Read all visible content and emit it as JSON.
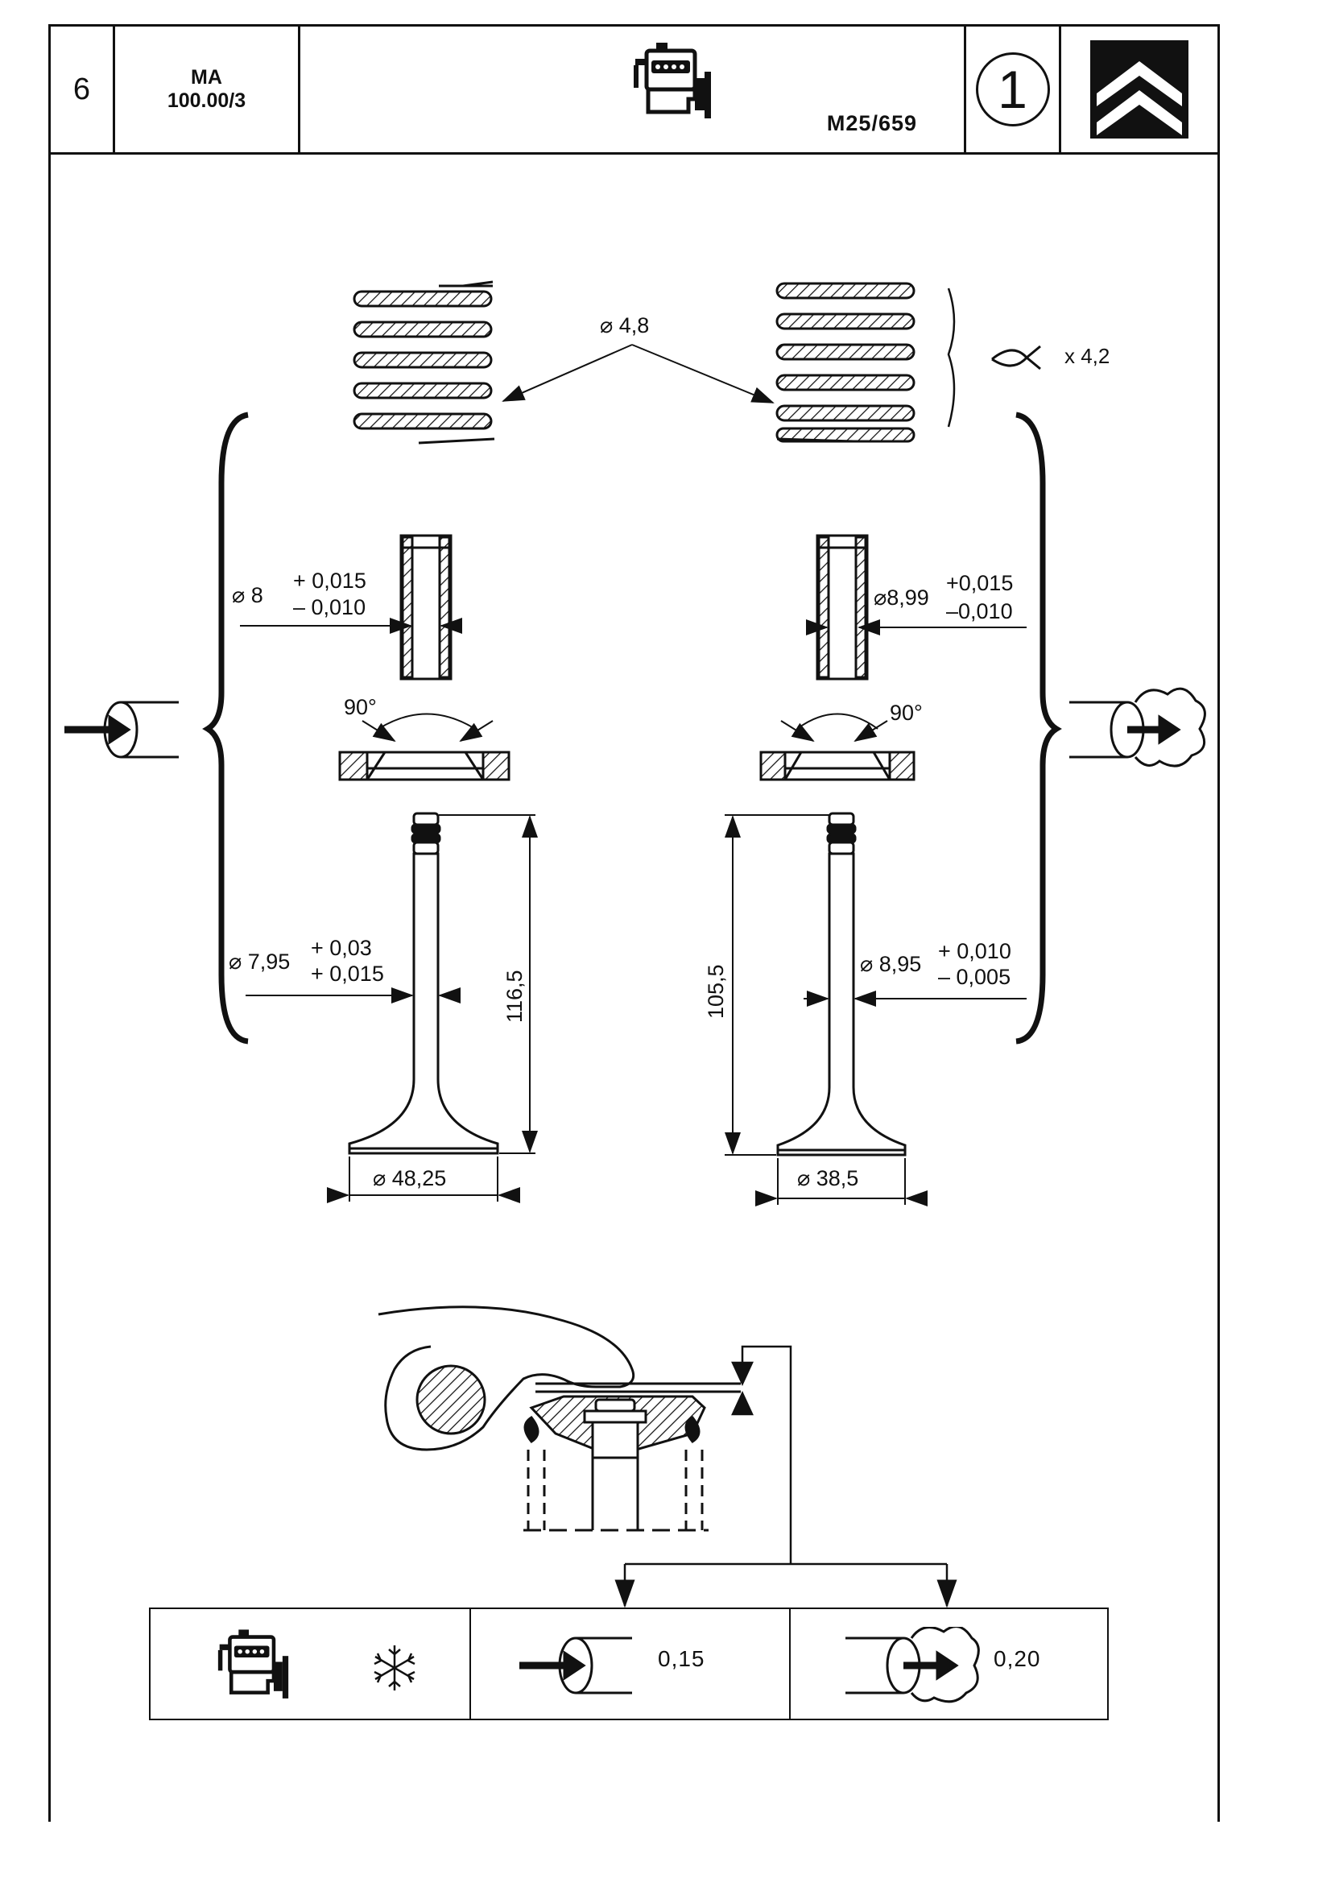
{
  "header": {
    "page_number": "6",
    "ref_line1": "MA",
    "ref_line2": "100.00/3",
    "drawing_code": "M25/659",
    "section_number": "1",
    "logo_icon": "citroen-double-chevron-icon",
    "engine_icon": "engine-icon"
  },
  "springs": {
    "wire_diameter": "⌀ 4,8",
    "spring_count": "x 4,2"
  },
  "intake": {
    "guide_bore": "⌀ 8",
    "guide_tol_plus": "+ 0,015",
    "guide_tol_minus": "– 0,010",
    "seat_angle": "90°",
    "stem_diameter": "⌀ 7,95",
    "stem_tol_1": "+ 0,03",
    "stem_tol_2": "+ 0,015",
    "valve_length": "116,5",
    "head_diameter": "⌀ 48,25",
    "icon": "intake-arrow-icon"
  },
  "exhaust": {
    "guide_bore": "⌀8,99",
    "guide_tol_plus": "+0,015",
    "guide_tol_minus": "–0,010",
    "seat_angle": "90°",
    "stem_diameter": "⌀ 8,95",
    "stem_tol_1": "+ 0,010",
    "stem_tol_2": "– 0,005",
    "valve_length": "105,5",
    "head_diameter": "⌀ 38,5",
    "icon": "exhaust-smoke-icon"
  },
  "clearance_table": {
    "condition_icons": [
      "engine-icon",
      "snowflake-icon"
    ],
    "intake_clearance": "0,15",
    "exhaust_clearance": "0,20"
  }
}
